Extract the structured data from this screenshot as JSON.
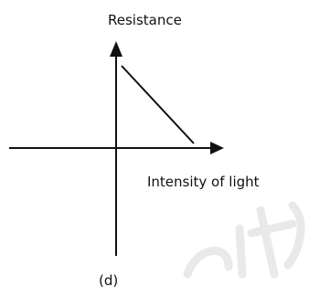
{
  "labels": {
    "y_axis": "Resistance",
    "x_axis": "Intensity of light",
    "caption": "(d)"
  },
  "colors": {
    "ink": "#111111",
    "watermark": "#e9e9e9",
    "background": "#ffffff"
  }
}
